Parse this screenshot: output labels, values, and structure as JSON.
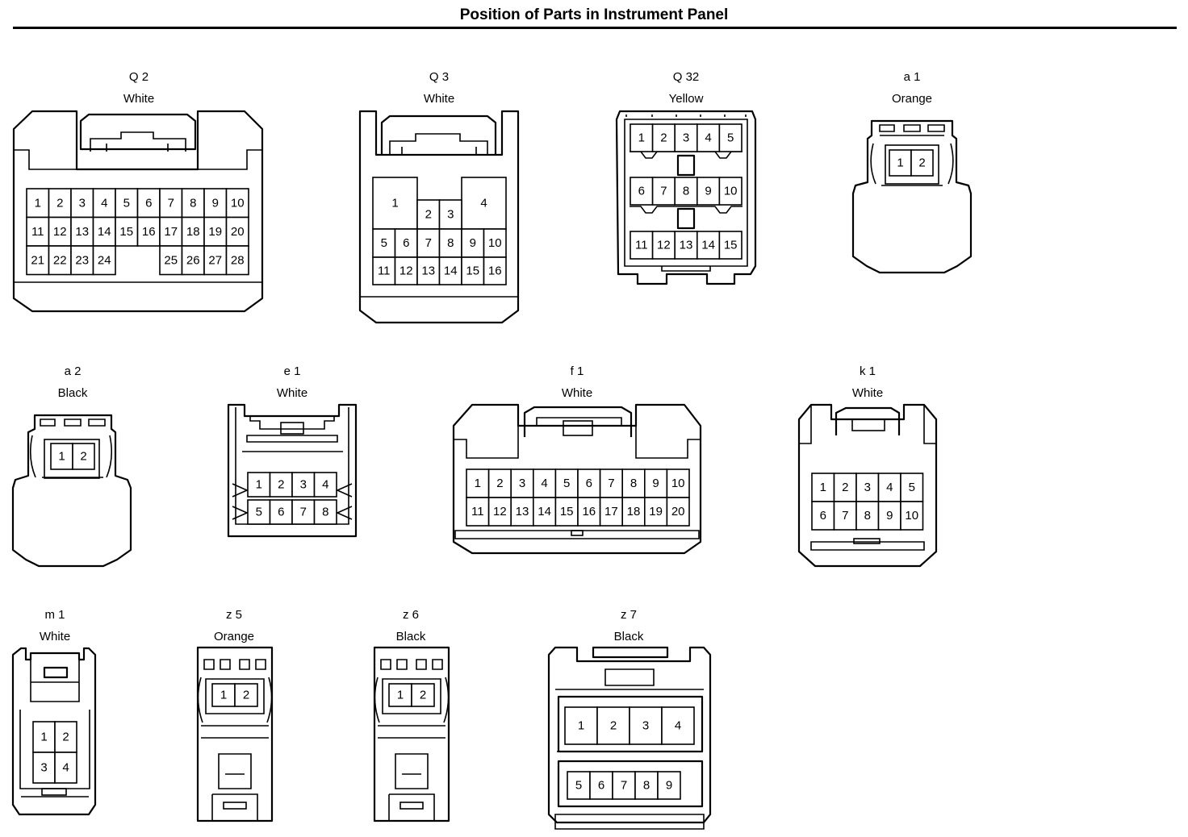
{
  "title": "Position of Parts in Instrument Panel",
  "connectors": [
    {
      "id": "Q 2",
      "color": "White",
      "pins": [
        "1",
        "2",
        "3",
        "4",
        "5",
        "6",
        "7",
        "8",
        "9",
        "10",
        "11",
        "12",
        "13",
        "14",
        "15",
        "16",
        "17",
        "18",
        "19",
        "20",
        "21",
        "22",
        "23",
        "24",
        "25",
        "26",
        "27",
        "28"
      ]
    },
    {
      "id": "Q 3",
      "color": "White",
      "pins": [
        "1",
        "2",
        "3",
        "4",
        "5",
        "6",
        "7",
        "8",
        "9",
        "10",
        "11",
        "12",
        "13",
        "14",
        "15",
        "16"
      ]
    },
    {
      "id": "Q 32",
      "color": "Yellow",
      "pins": [
        "1",
        "2",
        "3",
        "4",
        "5",
        "6",
        "7",
        "8",
        "9",
        "10",
        "11",
        "12",
        "13",
        "14",
        "15"
      ]
    },
    {
      "id": "a 1",
      "color": "Orange",
      "pins": [
        "1",
        "2"
      ]
    },
    {
      "id": "a 2",
      "color": "Black",
      "pins": [
        "1",
        "2"
      ]
    },
    {
      "id": "e 1",
      "color": "White",
      "pins": [
        "1",
        "2",
        "3",
        "4",
        "5",
        "6",
        "7",
        "8"
      ]
    },
    {
      "id": "f 1",
      "color": "White",
      "pins": [
        "1",
        "2",
        "3",
        "4",
        "5",
        "6",
        "7",
        "8",
        "9",
        "10",
        "11",
        "12",
        "13",
        "14",
        "15",
        "16",
        "17",
        "18",
        "19",
        "20"
      ]
    },
    {
      "id": "k 1",
      "color": "White",
      "pins": [
        "1",
        "2",
        "3",
        "4",
        "5",
        "6",
        "7",
        "8",
        "9",
        "10"
      ]
    },
    {
      "id": "m 1",
      "color": "White",
      "pins": [
        "1",
        "2",
        "3",
        "4"
      ]
    },
    {
      "id": "z 5",
      "color": "Orange",
      "pins": [
        "1",
        "2"
      ]
    },
    {
      "id": "z 6",
      "color": "Black",
      "pins": [
        "1",
        "2"
      ]
    },
    {
      "id": "z 7",
      "color": "Black",
      "pins": [
        "1",
        "2",
        "3",
        "4",
        "5",
        "6",
        "7",
        "8",
        "9"
      ]
    }
  ]
}
